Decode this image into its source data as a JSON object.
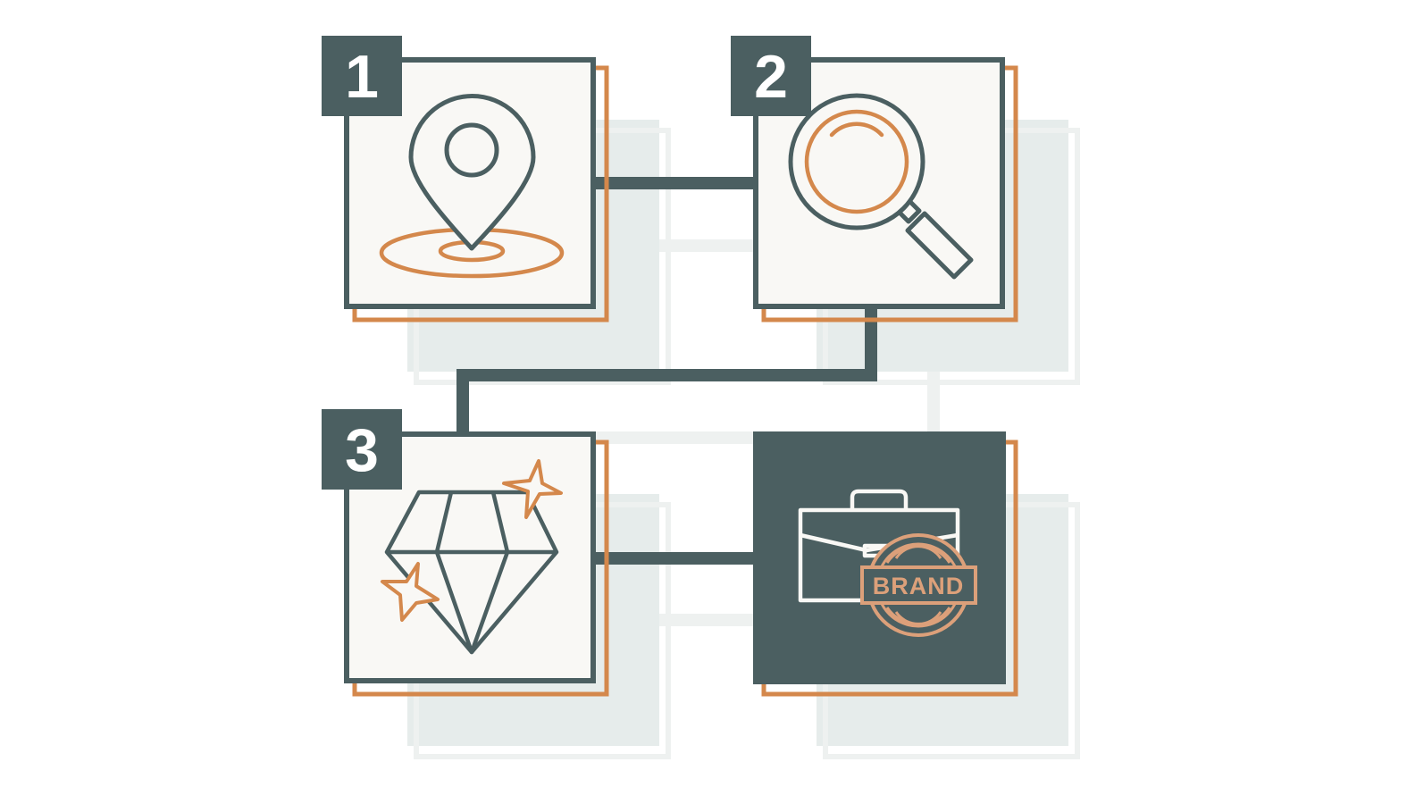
{
  "steps": [
    {
      "number": "1",
      "icon": "location-pin-icon"
    },
    {
      "number": "2",
      "icon": "magnifying-glass-icon"
    },
    {
      "number": "3",
      "icon": "diamond-icon"
    },
    {
      "number": "",
      "icon": "briefcase-brand-icon"
    }
  ],
  "brand_stamp": {
    "text": "BRAND"
  },
  "colors": {
    "primary": "#4b5f61",
    "accent": "#d4884c",
    "card_fill": "#f9f8f5",
    "ghost": "#e6eceb",
    "ghost_line": "#eef1f0",
    "background": "#ffffff"
  }
}
